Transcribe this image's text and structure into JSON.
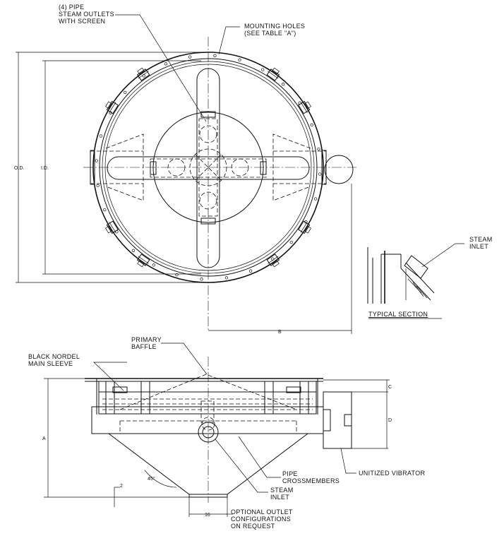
{
  "labels": {
    "pipe_outlets": [
      "(4) PIPE",
      "STEAM OUTLETS",
      "WITH SCREEN"
    ],
    "mounting_holes": [
      "MOUNTING HOLES",
      "(SEE TABLE \"A\")"
    ],
    "steam_inlet_section": [
      "STEAM",
      "INLET"
    ],
    "typical_section": "TYPICAL SECTION",
    "primary_baffle": [
      "PRIMARY",
      "BAFFLE"
    ],
    "black_nordel": [
      "BLACK NORDEL",
      "MAIN SLEEVE"
    ],
    "pipe_crossmembers": [
      "PIPE",
      "CROSSMEMBERS"
    ],
    "steam_inlet_bottom": [
      "STEAM",
      "INLET"
    ],
    "unitized_vibrator": "UNITIZED VIBRATOR",
    "optional_outlet": [
      "OPTIONAL OUTLET",
      "CONFIGURATIONS",
      "ON REQUEST"
    ]
  },
  "dimensions": {
    "od": "O.D.",
    "id": "I.D.",
    "b": "B",
    "a": "A",
    "c": "C",
    "d": "D",
    "angle": "45°",
    "two": "2",
    "sixteen": "16"
  }
}
